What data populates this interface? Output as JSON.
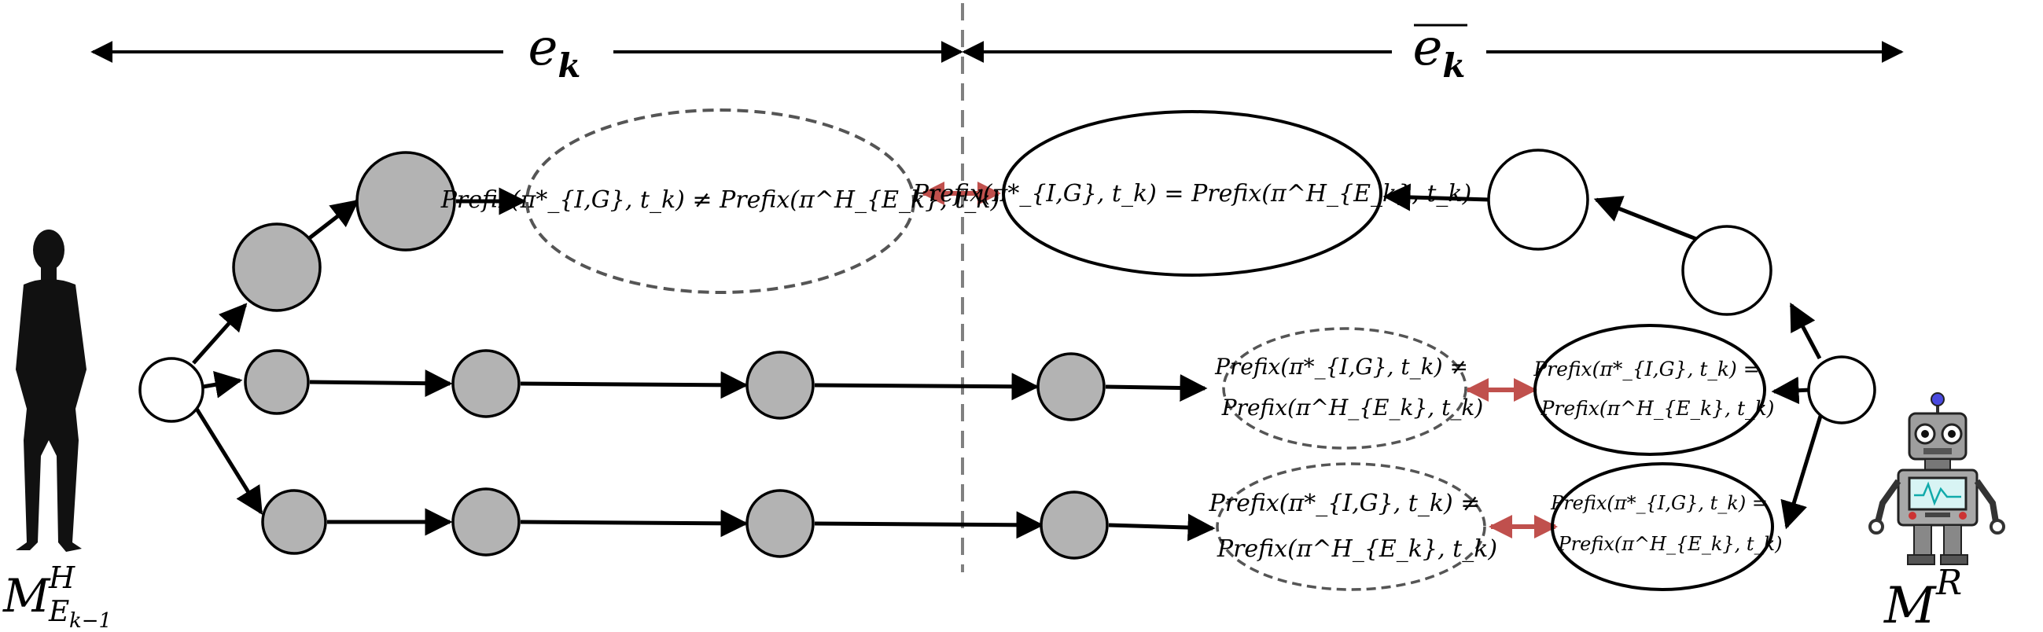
{
  "header": {
    "left_region": "e_k",
    "right_region": "ē_k"
  },
  "agents": {
    "human_label": "M^H_{E_{k-1}}",
    "robot_label": "M^R"
  },
  "ellipses": {
    "top_left": "Prefix(π*_{I,G}, t_k) ≠ Prefix(π^H_{E_k}, t_k)",
    "top_right": "Prefix(π*_{I,G}, t_k) = Prefix(π^H_{E_k}, t_k)",
    "mid_left": [
      "Prefix(π*_{I,G}, t_k) ≠",
      "Prefix(π^H_{E_k}, t_k)"
    ],
    "mid_right": [
      "Prefix(π*_{I,G}, t_k) =",
      "Prefix(π^H_{E_k}, t_k)"
    ],
    "bot_left": [
      "Prefix(π*_{I,G}, t_k) ≠",
      "Prefix(π^H_{E_k}, t_k)"
    ],
    "bot_right": [
      "Prefix(π*_{I,G}, t_k) =",
      "Prefix(π^H_{E_k}, t_k)"
    ]
  },
  "colors": {
    "gray_node": "#b3b3b3",
    "white_node": "#ffffff",
    "red_arrow": "#c0504d",
    "divider": "#808080"
  }
}
